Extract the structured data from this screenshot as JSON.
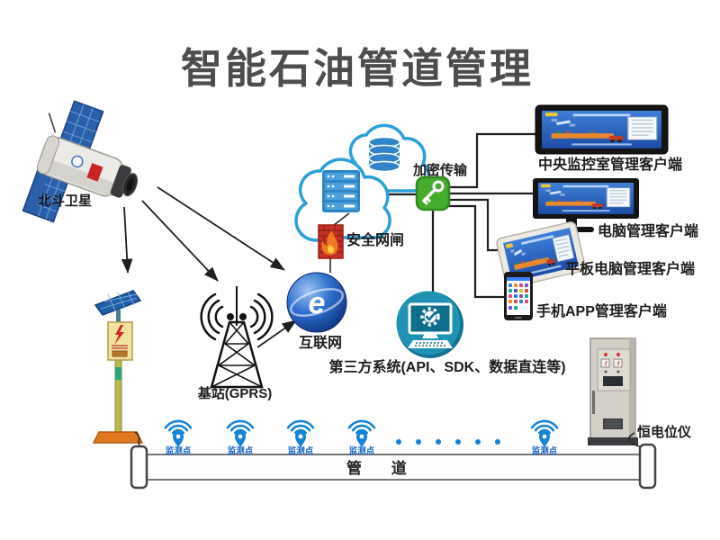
{
  "title": "智能石油管道管理",
  "nodes": {
    "satellite": {
      "label": "北斗卫星"
    },
    "base_station": {
      "label": "基站(GPRS)"
    },
    "internet": {
      "label": "互联网",
      "icon_glyph": "e"
    },
    "security_gateway": {
      "label": "安全网闸"
    },
    "encryption": {
      "label": "加密传输"
    },
    "third_party_system": {
      "label": "第三方系统(API、SDK、数据直连等)"
    },
    "clients": {
      "central": {
        "label": "中央监控室管理客户端"
      },
      "pc": {
        "label": "电脑管理客户端"
      },
      "tablet": {
        "label": "平板电脑管理客户端"
      },
      "phone": {
        "label": "手机APP管理客户端"
      }
    },
    "potentiostat": {
      "label": "恒电位仪"
    },
    "pipeline": {
      "label": "管 道"
    },
    "monitoring_point": {
      "label": "监测点"
    }
  },
  "colors": {
    "title_gray": "#4d4d4f",
    "diagram_blue": "#1283d6",
    "cloud_outline": "#2b9fd8",
    "key_green": "#45ad2d",
    "gateway_red": "#c33027",
    "third_party_teal": "#1f93b4",
    "screen_blue": "#2f63c4",
    "pipeline_orange": "#e8892e"
  }
}
